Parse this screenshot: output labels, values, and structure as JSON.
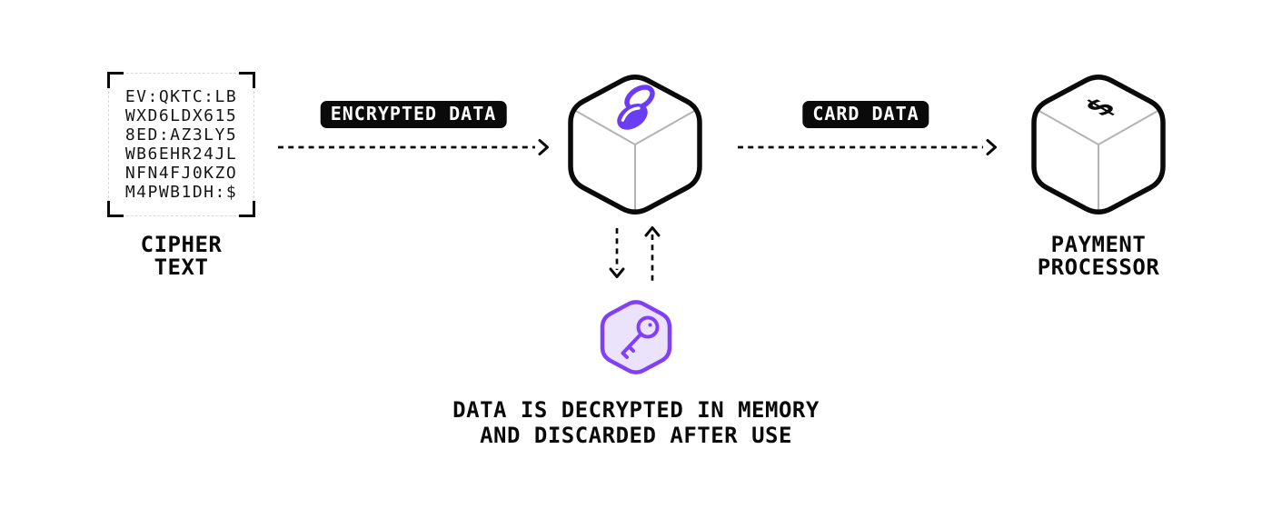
{
  "diagram": {
    "cipher_box": {
      "lines": [
        "EV:QKTC:LB",
        "WXD6LDX615",
        "8ED:AZ3LY5",
        "WB6EHR24JL",
        "NFN4FJ0KZO",
        "M4PWB1DH:$"
      ],
      "label_line1": "CIPHER",
      "label_line2": "TEXT"
    },
    "flow": {
      "encrypted_badge": "ENCRYPTED DATA",
      "card_badge": "CARD DATA"
    },
    "enclave_cube": {
      "icon": "evervault-logo-cube"
    },
    "payment_cube": {
      "glyph": "$",
      "label_line1": "PAYMENT",
      "label_line2": "PROCESSOR",
      "icon": "dollar-cube"
    },
    "decrypt_key": {
      "icon": "key-hexagon"
    },
    "caption": {
      "line1": "DATA IS DECRYPTED IN MEMORY",
      "line2": "AND DISCARDED AFTER USE"
    },
    "colors": {
      "purple": "#6A3DF5",
      "hex_stroke": "#8140F5",
      "hex_fill": "#EBE3FC",
      "badge_bg": "#0A0A0A",
      "cube_edge_gray": "#B3B3B3",
      "ink": "#0A0A0A"
    }
  }
}
